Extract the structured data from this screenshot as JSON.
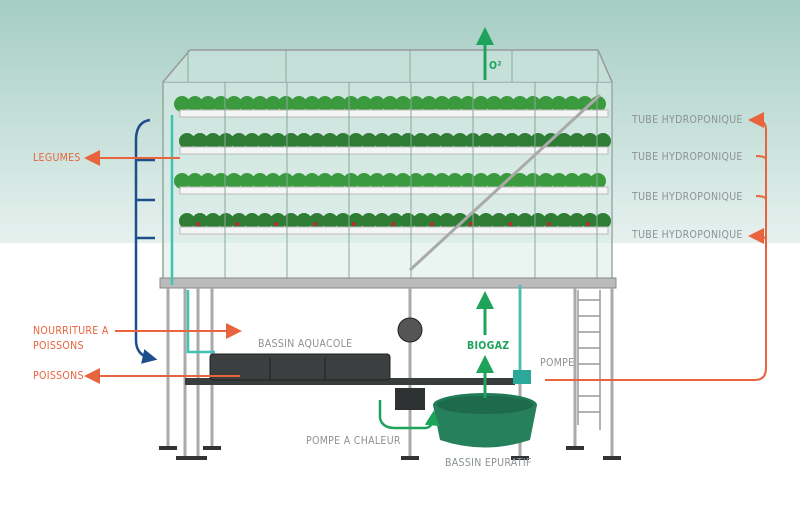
{
  "colors": {
    "orange": "#e8643c",
    "gray": "#8c9296",
    "green": "#1ea35a",
    "blue": "#1f4e8c",
    "teal": "#3ec3b4",
    "background_top": "#a6cec5"
  },
  "labels": {
    "legumes": "LEGUMES",
    "nourriture_line1": "NOURRITURE A",
    "nourriture_line2": "POISSONS",
    "poissons": "POISSONS",
    "bassin_aquacole": "BASSIN AQUACOLE",
    "pompe_chaleur": "POMPE A CHALEUR",
    "bassin_epuratif": "BASSIN EPURATIF",
    "biogaz": "BIOGAZ",
    "pompe": "POMPE",
    "o2": "O²",
    "tubes": [
      "TUBE HYDROPONIQUE",
      "TUBE HYDROPONIQUE",
      "TUBE HYDROPONIQUE",
      "TUBE HYDROPONIQUE"
    ]
  }
}
